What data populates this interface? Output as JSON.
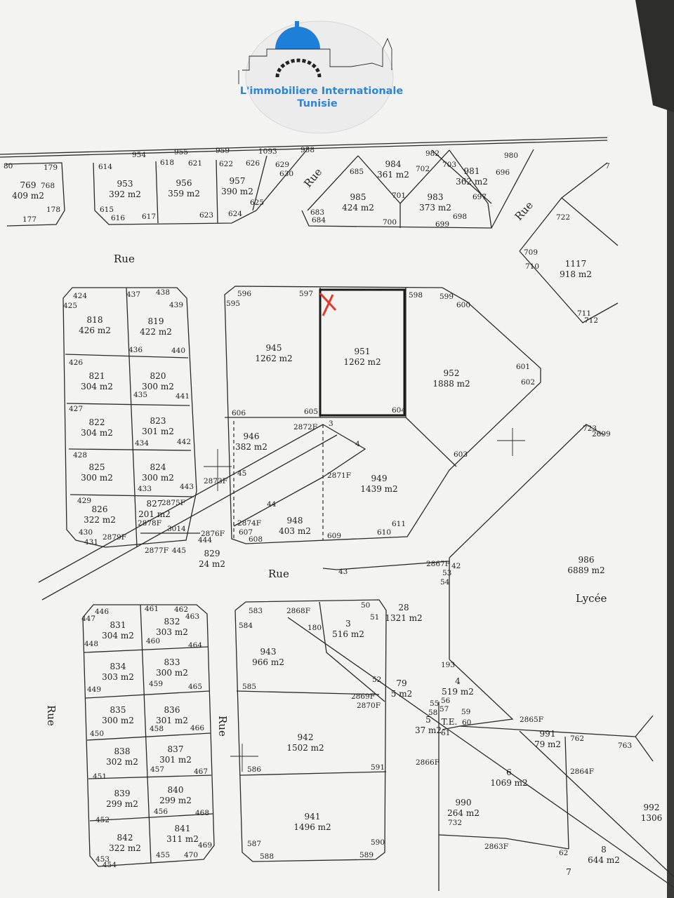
{
  "logo": {
    "line1": "L'immobiliere Internationale",
    "line2": "Tunisie",
    "brand_color": "#2a86d8"
  },
  "marker_color": "#e03a2f",
  "streets": [
    {
      "id": "rue-top-left",
      "label": "Rue"
    },
    {
      "id": "rue-diag-top",
      "label": "Rue"
    },
    {
      "id": "rue-right-top",
      "label": "Rue"
    },
    {
      "id": "rue-middle",
      "label": "Rue"
    },
    {
      "id": "rue-vertical-center",
      "label": "Rue"
    },
    {
      "id": "rue-left-edge",
      "label": "Rue"
    }
  ],
  "places": [
    {
      "id": "lycee",
      "label": "Lycée"
    }
  ],
  "lots": [
    {
      "id": "l769",
      "lot": "769",
      "area": "409 m2"
    },
    {
      "id": "l953",
      "lot": "953",
      "area": "392 m2"
    },
    {
      "id": "l956",
      "lot": "956",
      "area": "359 m2"
    },
    {
      "id": "l957",
      "lot": "957",
      "area": "390 m2"
    },
    {
      "id": "l984",
      "lot": "984",
      "area": "361 m2"
    },
    {
      "id": "l985",
      "lot": "985",
      "area": "424 m2"
    },
    {
      "id": "l983",
      "lot": "983",
      "area": "373 m2"
    },
    {
      "id": "l981",
      "lot": "981",
      "area": "362 m2"
    },
    {
      "id": "l1117",
      "lot": "1117",
      "area": "918 m2"
    },
    {
      "id": "l818",
      "lot": "818",
      "area": "426 m2"
    },
    {
      "id": "l819",
      "lot": "819",
      "area": "422 m2"
    },
    {
      "id": "l821",
      "lot": "821",
      "area": "304 m2"
    },
    {
      "id": "l820",
      "lot": "820",
      "area": "300 m2"
    },
    {
      "id": "l822",
      "lot": "822",
      "area": "304 m2"
    },
    {
      "id": "l823",
      "lot": "823",
      "area": "301 m2"
    },
    {
      "id": "l825",
      "lot": "825",
      "area": "300 m2"
    },
    {
      "id": "l824",
      "lot": "824",
      "area": "300 m2"
    },
    {
      "id": "l826",
      "lot": "826",
      "area": "322 m2"
    },
    {
      "id": "l827",
      "lot": "827",
      "area": "201 m2"
    },
    {
      "id": "l829",
      "lot": "829",
      "area": "24 m2"
    },
    {
      "id": "l945",
      "lot": "945",
      "area": "1262 m2"
    },
    {
      "id": "l951",
      "lot": "951",
      "area": "1262 m2"
    },
    {
      "id": "l952",
      "lot": "952",
      "area": "1888 m2"
    },
    {
      "id": "l946",
      "lot": "946",
      "area": "382 m2"
    },
    {
      "id": "l949",
      "lot": "949",
      "area": "1439 m2"
    },
    {
      "id": "l948",
      "lot": "948",
      "area": "403 m2"
    },
    {
      "id": "l986",
      "lot": "986",
      "area": "6889 m2"
    },
    {
      "id": "l831",
      "lot": "831",
      "area": "304 m2"
    },
    {
      "id": "l832",
      "lot": "832",
      "area": "303 m2"
    },
    {
      "id": "l834",
      "lot": "834",
      "area": "303 m2"
    },
    {
      "id": "l833",
      "lot": "833",
      "area": "300 m2"
    },
    {
      "id": "l835",
      "lot": "835",
      "area": "300 m2"
    },
    {
      "id": "l836",
      "lot": "836",
      "area": "301 m2"
    },
    {
      "id": "l838",
      "lot": "838",
      "area": "302 m2"
    },
    {
      "id": "l837",
      "lot": "837",
      "area": "301 m2"
    },
    {
      "id": "l839",
      "lot": "839",
      "area": "299 m2"
    },
    {
      "id": "l840",
      "lot": "840",
      "area": "299 m2"
    },
    {
      "id": "l842",
      "lot": "842",
      "area": "322 m2"
    },
    {
      "id": "l841",
      "lot": "841",
      "area": "311 m2"
    },
    {
      "id": "l943",
      "lot": "943",
      "area": "966 m2"
    },
    {
      "id": "l3",
      "lot": "3",
      "area": "516 m2"
    },
    {
      "id": "l28",
      "lot": "28",
      "area": "1321 m2"
    },
    {
      "id": "l942",
      "lot": "942",
      "area": "1502 m2"
    },
    {
      "id": "l941",
      "lot": "941",
      "area": "1496 m2"
    },
    {
      "id": "l4",
      "lot": "4",
      "area": "519 m2"
    },
    {
      "id": "l79",
      "lot": "79",
      "area": "5 m2"
    },
    {
      "id": "l5",
      "lot": "5",
      "area": "37 m2"
    },
    {
      "id": "lTE",
      "lot": "T.E.",
      "area": ""
    },
    {
      "id": "l991",
      "lot": "991",
      "area": "79 m2"
    },
    {
      "id": "l6",
      "lot": "6",
      "area": "1069 m2"
    },
    {
      "id": "l990",
      "lot": "990",
      "area": "264 m2"
    },
    {
      "id": "l8",
      "lot": "8",
      "area": "644 m2"
    },
    {
      "id": "l992",
      "lot": "992",
      "area": "1306"
    },
    {
      "id": "l7",
      "lot": "7",
      "area": ""
    }
  ],
  "points": [
    {
      "id": "p80",
      "label": "80"
    },
    {
      "id": "p179",
      "label": "179"
    },
    {
      "id": "p768",
      "label": "768"
    },
    {
      "id": "p178",
      "label": "178"
    },
    {
      "id": "p177",
      "label": "177"
    },
    {
      "id": "p954",
      "label": "954"
    },
    {
      "id": "p955",
      "label": "955"
    },
    {
      "id": "p959",
      "label": "959"
    },
    {
      "id": "p1093",
      "label": "1093"
    },
    {
      "id": "p958",
      "label": "958"
    },
    {
      "id": "p614",
      "label": "614"
    },
    {
      "id": "p618",
      "label": "618"
    },
    {
      "id": "p621",
      "label": "621"
    },
    {
      "id": "p622",
      "label": "622"
    },
    {
      "id": "p626",
      "label": "626"
    },
    {
      "id": "p629",
      "label": "629"
    },
    {
      "id": "p630",
      "label": "630"
    },
    {
      "id": "p615",
      "label": "615"
    },
    {
      "id": "p616",
      "label": "616"
    },
    {
      "id": "p617",
      "label": "617"
    },
    {
      "id": "p623",
      "label": "623"
    },
    {
      "id": "p624",
      "label": "624"
    },
    {
      "id": "p625",
      "label": "625"
    },
    {
      "id": "p982",
      "label": "982"
    },
    {
      "id": "p980",
      "label": "980"
    },
    {
      "id": "p685",
      "label": "685"
    },
    {
      "id": "p702",
      "label": "702"
    },
    {
      "id": "p703",
      "label": "703"
    },
    {
      "id": "p696",
      "label": "696"
    },
    {
      "id": "p701",
      "label": "701"
    },
    {
      "id": "p697",
      "label": "697"
    },
    {
      "id": "p683",
      "label": "683"
    },
    {
      "id": "p684",
      "label": "684"
    },
    {
      "id": "p700",
      "label": "700"
    },
    {
      "id": "p699",
      "label": "699"
    },
    {
      "id": "p698",
      "label": "698"
    },
    {
      "id": "p7a",
      "label": "7"
    },
    {
      "id": "p722",
      "label": "722"
    },
    {
      "id": "p709",
      "label": "709"
    },
    {
      "id": "p710",
      "label": "710"
    },
    {
      "id": "p711",
      "label": "711"
    },
    {
      "id": "p712",
      "label": "712"
    },
    {
      "id": "p424",
      "label": "424"
    },
    {
      "id": "p425",
      "label": "425"
    },
    {
      "id": "p437",
      "label": "437"
    },
    {
      "id": "p438",
      "label": "438"
    },
    {
      "id": "p439",
      "label": "439"
    },
    {
      "id": "p436",
      "label": "436"
    },
    {
      "id": "p440",
      "label": "440"
    },
    {
      "id": "p426",
      "label": "426"
    },
    {
      "id": "p435",
      "label": "435"
    },
    {
      "id": "p441",
      "label": "441"
    },
    {
      "id": "p427",
      "label": "427"
    },
    {
      "id": "p434",
      "label": "434"
    },
    {
      "id": "p442",
      "label": "442"
    },
    {
      "id": "p428",
      "label": "428"
    },
    {
      "id": "p433",
      "label": "433"
    },
    {
      "id": "p443",
      "label": "443"
    },
    {
      "id": "p429",
      "label": "429"
    },
    {
      "id": "p2875F",
      "label": "2875F"
    },
    {
      "id": "p2878F",
      "label": "2878F"
    },
    {
      "id": "p3014",
      "label": "3014"
    },
    {
      "id": "p430",
      "label": "430"
    },
    {
      "id": "p431",
      "label": "431"
    },
    {
      "id": "p2879F",
      "label": "2879F"
    },
    {
      "id": "p2876F",
      "label": "2876F"
    },
    {
      "id": "p444",
      "label": "444"
    },
    {
      "id": "p2877F",
      "label": "2877F"
    },
    {
      "id": "p445",
      "label": "445"
    },
    {
      "id": "p596",
      "label": "596"
    },
    {
      "id": "p595",
      "label": "595"
    },
    {
      "id": "p597",
      "label": "597"
    },
    {
      "id": "p598",
      "label": "598"
    },
    {
      "id": "p599",
      "label": "599"
    },
    {
      "id": "p600",
      "label": "600"
    },
    {
      "id": "p601",
      "label": "601"
    },
    {
      "id": "p602",
      "label": "602"
    },
    {
      "id": "p606",
      "label": "606"
    },
    {
      "id": "p605",
      "label": "605"
    },
    {
      "id": "p604",
      "label": "604"
    },
    {
      "id": "p2872F",
      "label": "2872F"
    },
    {
      "id": "p3a",
      "label": "3"
    },
    {
      "id": "p4a",
      "label": "4"
    },
    {
      "id": "p603",
      "label": "603"
    },
    {
      "id": "p723",
      "label": "723"
    },
    {
      "id": "p2699",
      "label": "2699"
    },
    {
      "id": "p2873F",
      "label": "2873F"
    },
    {
      "id": "p45",
      "label": "45"
    },
    {
      "id": "p2871F",
      "label": "2871F"
    },
    {
      "id": "p44",
      "label": "44"
    },
    {
      "id": "p2874F",
      "label": "2874F"
    },
    {
      "id": "p607",
      "label": "607"
    },
    {
      "id": "p608",
      "label": "608"
    },
    {
      "id": "p609",
      "label": "609"
    },
    {
      "id": "p610",
      "label": "610"
    },
    {
      "id": "p611",
      "label": "611"
    },
    {
      "id": "p2867F",
      "label": "2867F"
    },
    {
      "id": "p42",
      "label": "42"
    },
    {
      "id": "p53",
      "label": "53"
    },
    {
      "id": "p54",
      "label": "54"
    },
    {
      "id": "p43",
      "label": "43"
    },
    {
      "id": "p446",
      "label": "446"
    },
    {
      "id": "p447",
      "label": "447"
    },
    {
      "id": "p461",
      "label": "461"
    },
    {
      "id": "p462",
      "label": "462"
    },
    {
      "id": "p463",
      "label": "463"
    },
    {
      "id": "p448",
      "label": "448"
    },
    {
      "id": "p460",
      "label": "460"
    },
    {
      "id": "p464",
      "label": "464"
    },
    {
      "id": "p449",
      "label": "449"
    },
    {
      "id": "p459",
      "label": "459"
    },
    {
      "id": "p465",
      "label": "465"
    },
    {
      "id": "p450",
      "label": "450"
    },
    {
      "id": "p458",
      "label": "458"
    },
    {
      "id": "p466",
      "label": "466"
    },
    {
      "id": "p451",
      "label": "451"
    },
    {
      "id": "p457",
      "label": "457"
    },
    {
      "id": "p467",
      "label": "467"
    },
    {
      "id": "p452",
      "label": "452"
    },
    {
      "id": "p456",
      "label": "456"
    },
    {
      "id": "p468",
      "label": "468"
    },
    {
      "id": "p453",
      "label": "453"
    },
    {
      "id": "p454",
      "label": "454"
    },
    {
      "id": "p455",
      "label": "455"
    },
    {
      "id": "p470",
      "label": "470"
    },
    {
      "id": "p469",
      "label": "469"
    },
    {
      "id": "p583",
      "label": "583"
    },
    {
      "id": "p2868F",
      "label": "2868F"
    },
    {
      "id": "p584",
      "label": "584"
    },
    {
      "id": "p180",
      "label": "180"
    },
    {
      "id": "p50",
      "label": "50"
    },
    {
      "id": "p51",
      "label": "51"
    },
    {
      "id": "p585",
      "label": "585"
    },
    {
      "id": "p52",
      "label": "52"
    },
    {
      "id": "p2869F",
      "label": "2869F"
    },
    {
      "id": "p2870F",
      "label": "2870F"
    },
    {
      "id": "p193",
      "label": "193"
    },
    {
      "id": "p55",
      "label": "55"
    },
    {
      "id": "p56",
      "label": "56"
    },
    {
      "id": "p57",
      "label": "57"
    },
    {
      "id": "p58",
      "label": "58"
    },
    {
      "id": "p59",
      "label": "59"
    },
    {
      "id": "p60",
      "label": "60"
    },
    {
      "id": "p61",
      "label": "61"
    },
    {
      "id": "p2865F",
      "label": "2865F"
    },
    {
      "id": "p762",
      "label": "762"
    },
    {
      "id": "p763",
      "label": "763"
    },
    {
      "id": "p2866F",
      "label": "2866F"
    },
    {
      "id": "p586",
      "label": "586"
    },
    {
      "id": "p591",
      "label": "591"
    },
    {
      "id": "p2864F",
      "label": "2864F"
    },
    {
      "id": "p732",
      "label": "732"
    },
    {
      "id": "p2863F",
      "label": "2863F"
    },
    {
      "id": "p62",
      "label": "62"
    },
    {
      "id": "p587",
      "label": "587"
    },
    {
      "id": "p588",
      "label": "588"
    },
    {
      "id": "p589",
      "label": "589"
    },
    {
      "id": "p590",
      "label": "590"
    }
  ]
}
